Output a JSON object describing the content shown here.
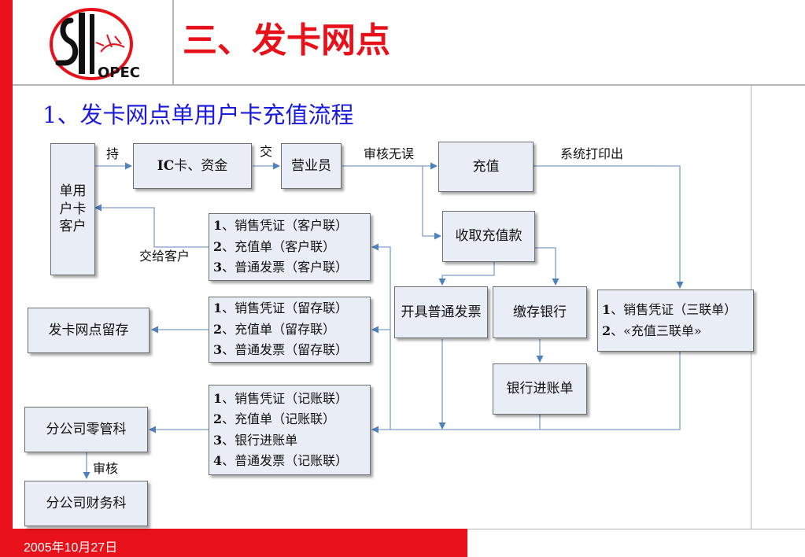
{
  "header": {
    "title": "三、发卡网点",
    "logo_text": "中国石化 SINOPEC"
  },
  "subtitle": "1、发卡网点单用户卡充值流程",
  "footer": {
    "date": "2005年10月27日"
  },
  "colors": {
    "accent_red": "#e8111a",
    "subtitle_blue": "#1a1adb",
    "box_fill": "#e9edf6",
    "arrow": "#4f81bd"
  },
  "boxes": {
    "customer": "单用户卡客户",
    "ic_card": {
      "bold": "IC",
      "rest": "卡、资金"
    },
    "clerk": "营业员",
    "recharge": "充值",
    "collect": "收取充值款",
    "invoice": "开具普通发票",
    "bank_deposit": "缴存银行",
    "bank_slip": "银行进账单",
    "print_list": [
      {
        "num": "1",
        "text": "、销售凭证（三联单）"
      },
      {
        "num": "2",
        "text": "、«充值三联单»"
      }
    ],
    "customer_copy": [
      {
        "num": "1",
        "text": "、销售凭证（客户联）"
      },
      {
        "num": "2",
        "text": "、充值单（客户联）"
      },
      {
        "num": "3",
        "text": "、普通发票（客户联）"
      }
    ],
    "retain_copy": [
      {
        "num": "1",
        "text": "、销售凭证（留存联）"
      },
      {
        "num": "2",
        "text": "、充值单（留存联）"
      },
      {
        "num": "3",
        "text": "、普通发票（留存联）"
      }
    ],
    "account_copy": [
      {
        "num": "1",
        "text": "、销售凭证（记账联）"
      },
      {
        "num": "2",
        "text": "、充值单（记账联）"
      },
      {
        "num": "3",
        "text": "、银行进账单"
      },
      {
        "num": "4",
        "text": "、普通发票（记账联）"
      }
    ],
    "outlet_retain": "发卡网点留存",
    "branch_retail": "分公司零管科",
    "branch_finance": "分公司财务科"
  },
  "labels": {
    "hold": "持",
    "hand_over": "交",
    "verified": "审核无误",
    "system_print": "系统打印出",
    "give_customer": "交给客户",
    "audit": "审核"
  }
}
